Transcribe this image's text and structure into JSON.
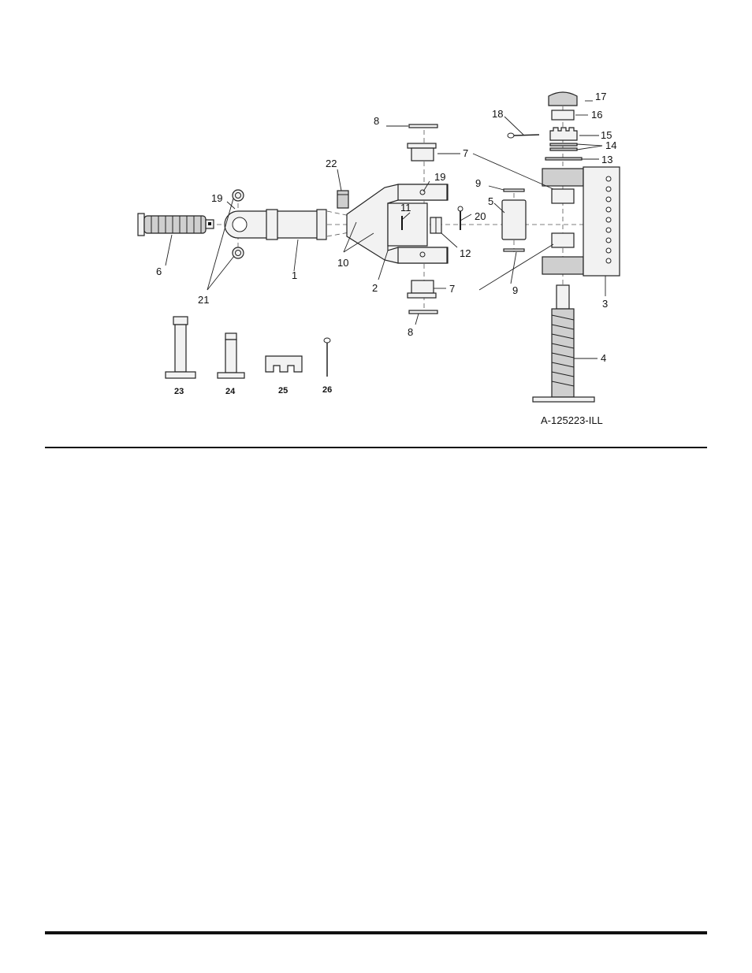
{
  "drawing_id": "A-125223-ILL",
  "callouts": [
    "1",
    "2",
    "3",
    "4",
    "5",
    "6",
    "7",
    "8",
    "9",
    "10",
    "11",
    "12",
    "13",
    "14",
    "15",
    "16",
    "17",
    "18",
    "19",
    "20",
    "21",
    "22"
  ],
  "kit_callouts": [
    "23",
    "24",
    "25",
    "26"
  ]
}
